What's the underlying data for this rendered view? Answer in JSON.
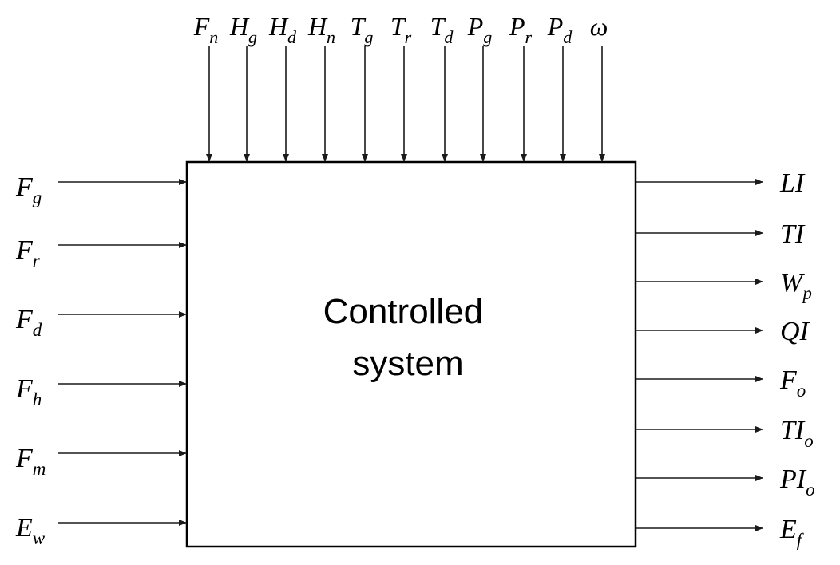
{
  "diagram": {
    "block_label_lines": [
      "Controlled",
      "system"
    ],
    "top_inputs": [
      {
        "base": "F",
        "sub": "n"
      },
      {
        "base": "H",
        "sub": "g"
      },
      {
        "base": "H",
        "sub": "d"
      },
      {
        "base": "H",
        "sub": "n"
      },
      {
        "base": "T",
        "sub": "g"
      },
      {
        "base": "T",
        "sub": "r"
      },
      {
        "base": "T",
        "sub": "d"
      },
      {
        "base": "P",
        "sub": "g"
      },
      {
        "base": "P",
        "sub": "r"
      },
      {
        "base": "P",
        "sub": "d"
      },
      {
        "base": "ω",
        "sub": ""
      }
    ],
    "left_inputs": [
      {
        "base": "F",
        "sub": "g"
      },
      {
        "base": "F",
        "sub": "r"
      },
      {
        "base": "F",
        "sub": "d"
      },
      {
        "base": "F",
        "sub": "h"
      },
      {
        "base": "F",
        "sub": "m"
      },
      {
        "base": "E",
        "sub": "w"
      }
    ],
    "right_outputs": [
      {
        "base": "LI",
        "sub": ""
      },
      {
        "base": "TI",
        "sub": ""
      },
      {
        "base": "W",
        "sub": "p"
      },
      {
        "base": "QI",
        "sub": ""
      },
      {
        "base": "F",
        "sub": "o"
      },
      {
        "base": "TI",
        "sub": "o"
      },
      {
        "base": "PI",
        "sub": "o"
      },
      {
        "base": "E",
        "sub": "f"
      }
    ]
  }
}
